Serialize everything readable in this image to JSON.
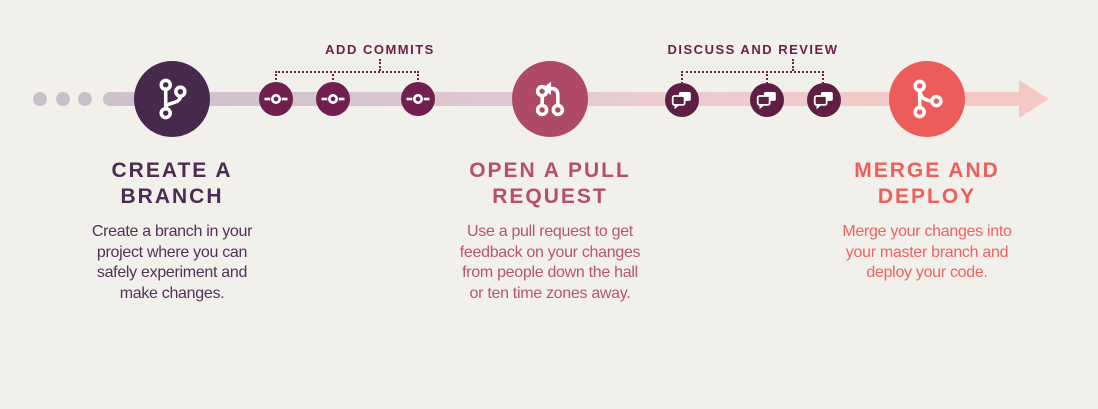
{
  "diagram_title": "github-flow",
  "colors": {
    "background": "#f2f0ea",
    "branch_circle": "#46294d",
    "pull_request_circle": "#ae4a68",
    "merge_circle": "#ec5c59",
    "commit_dot": "#711f4e",
    "chat_dot": "#5f1e44",
    "annotation_text": "#6d204c",
    "timeline_start": "#cdc2cc",
    "timeline_mid": "#eaccd3",
    "timeline_end": "#f4c8c4"
  },
  "annotations": [
    {
      "label": "ADD COMMITS",
      "icon": "git-commit-icon",
      "marker_count": 3
    },
    {
      "label": "DISCUSS AND REVIEW",
      "icon": "chat-bubbles-icon",
      "marker_count": 3
    }
  ],
  "steps": [
    {
      "icon": "git-branch-icon",
      "heading_lines": [
        "CREATE A",
        "BRANCH"
      ],
      "body_lines": [
        "Create a branch in your",
        "project where you can",
        "safely experiment and",
        "make changes."
      ]
    },
    {
      "icon": "git-pull-request-icon",
      "heading_lines": [
        "OPEN A PULL",
        "REQUEST"
      ],
      "body_lines": [
        "Use a pull request to get",
        "feedback on your changes",
        "from people down the hall",
        "or ten time zones away."
      ]
    },
    {
      "icon": "git-merge-icon",
      "heading_lines": [
        "MERGE AND",
        "DEPLOY"
      ],
      "body_lines": [
        "Merge your changes into",
        "your master branch and",
        "deploy your code."
      ]
    }
  ]
}
